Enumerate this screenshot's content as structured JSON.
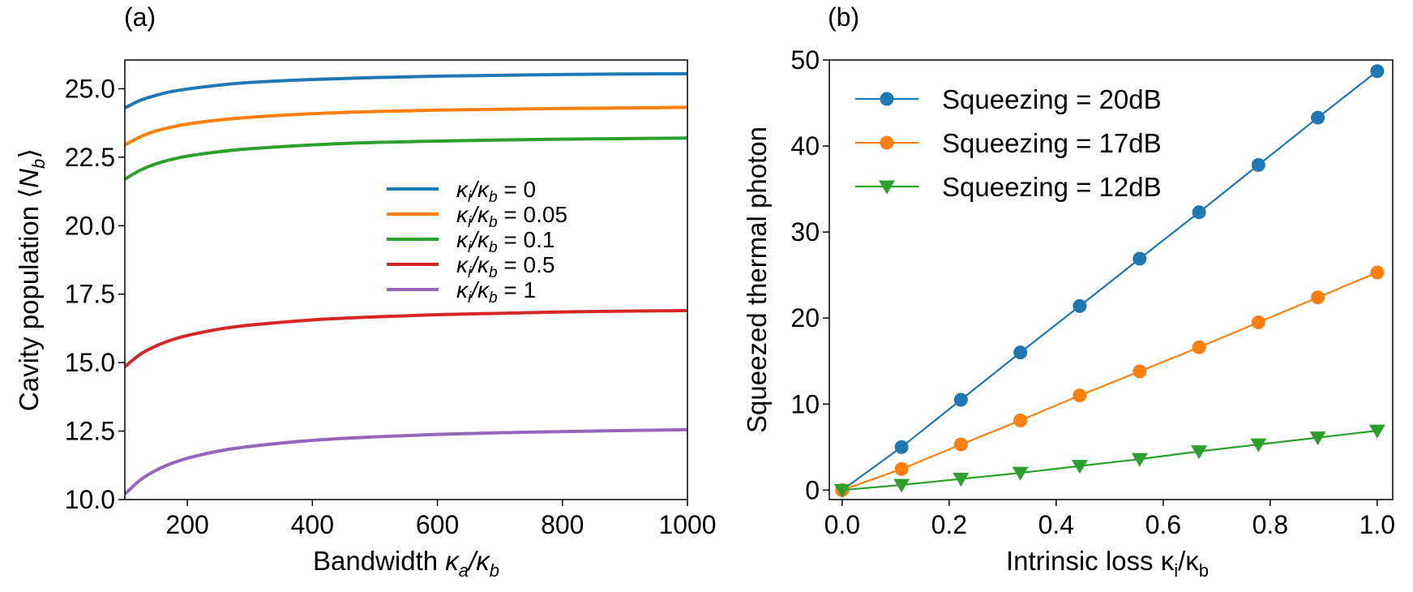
{
  "chart_data": [
    {
      "type": "line",
      "panel_label": "(a)",
      "xlabel": "Bandwidth κ_a/κ_b",
      "xlabel_parts": {
        "main": "Bandwidth ",
        "sym": "κ",
        "sub1": "a",
        "slash": "/κ",
        "sub2": "b"
      },
      "ylabel": "Cavity population ⟨N_b⟩",
      "ylabel_parts": {
        "main": "Cavity population ⟨",
        "sym": "N",
        "sub": "b",
        "close": "⟩"
      },
      "xlim": [
        100,
        1000
      ],
      "ylim": [
        10,
        26.05
      ],
      "xticks": [
        200,
        400,
        600,
        800,
        1000
      ],
      "xtick_labels": [
        "200",
        "400",
        "600",
        "800",
        "1000"
      ],
      "yticks": [
        10,
        12.5,
        15,
        17.5,
        20,
        22.5,
        25
      ],
      "ytick_labels": [
        "10.0",
        "12.5",
        "15.0",
        "17.5",
        "20.0",
        "22.5",
        "25.0"
      ],
      "legend_position": "center-right",
      "x": [
        100,
        125,
        150,
        175,
        200,
        250,
        300,
        400,
        500,
        600,
        700,
        800,
        900,
        1000
      ],
      "series": [
        {
          "name": "κi/κb = 0",
          "value_label": "0",
          "color": "#1f77b4",
          "values": [
            24.3,
            24.58,
            24.76,
            24.9,
            24.99,
            25.13,
            25.23,
            25.34,
            25.41,
            25.46,
            25.49,
            25.52,
            25.54,
            25.55
          ]
        },
        {
          "name": "κi/κb = 0.05",
          "value_label": "0.05",
          "color": "#ff7f0e",
          "values": [
            22.95,
            23.25,
            23.46,
            23.6,
            23.71,
            23.86,
            23.96,
            24.09,
            24.17,
            24.22,
            24.25,
            24.28,
            24.3,
            24.32
          ]
        },
        {
          "name": "κi/κb = 0.1",
          "value_label": "0.1",
          "color": "#2ca02c",
          "values": [
            21.7,
            22.03,
            22.26,
            22.42,
            22.54,
            22.7,
            22.81,
            22.95,
            23.04,
            23.09,
            23.13,
            23.16,
            23.18,
            23.2
          ]
        },
        {
          "name": "κi/κb = 0.5",
          "value_label": "0.5",
          "color": "#d62728",
          "values": [
            14.85,
            15.31,
            15.61,
            15.83,
            15.99,
            16.22,
            16.37,
            16.56,
            16.67,
            16.75,
            16.8,
            16.85,
            16.88,
            16.9
          ]
        },
        {
          "name": "κi/κb = 1",
          "value_label": "1",
          "color": "#9467bd",
          "values": [
            10.2,
            10.72,
            11.07,
            11.32,
            11.51,
            11.77,
            11.94,
            12.16,
            12.29,
            12.38,
            12.44,
            12.48,
            12.52,
            12.55
          ]
        }
      ]
    },
    {
      "type": "line",
      "panel_label": "(b)",
      "xlabel": "Intrinsic loss κi/κb",
      "xlabel_parts": {
        "main": "Intrinsic loss κ",
        "sub1": "i",
        "slash": "/κ",
        "sub2": "b"
      },
      "ylabel": "Squeezed thermal photon",
      "xlim": [
        -0.024,
        1.029
      ],
      "ylim": [
        -1.1,
        50
      ],
      "xticks": [
        0,
        0.2,
        0.4,
        0.6,
        0.8,
        1.0
      ],
      "xtick_labels": [
        "0.0",
        "0.2",
        "0.4",
        "0.6",
        "0.8",
        "1.0"
      ],
      "yticks": [
        0,
        10,
        20,
        30,
        40,
        50
      ],
      "ytick_labels": [
        "0",
        "10",
        "20",
        "30",
        "40",
        "50"
      ],
      "legend_position": "top-left",
      "x": [
        0,
        0.111,
        0.222,
        0.333,
        0.444,
        0.556,
        0.667,
        0.778,
        0.889,
        1.0
      ],
      "series": [
        {
          "name": "Squeezing = 20dB",
          "marker": "circle",
          "color": "#1f77b4",
          "values": [
            0,
            5.0,
            10.5,
            16.0,
            21.4,
            26.9,
            32.3,
            37.8,
            43.3,
            48.7
          ]
        },
        {
          "name": "Squeezing = 17dB",
          "marker": "circle",
          "color": "#ff7f0e",
          "values": [
            0,
            2.45,
            5.3,
            8.1,
            11.0,
            13.8,
            16.6,
            19.5,
            22.4,
            25.3
          ]
        },
        {
          "name": "Squeezing = 12dB",
          "marker": "triangle-down",
          "color": "#2ca02c",
          "values": [
            0,
            0.6,
            1.3,
            2.0,
            2.8,
            3.6,
            4.5,
            5.3,
            6.1,
            6.9
          ]
        }
      ]
    }
  ]
}
